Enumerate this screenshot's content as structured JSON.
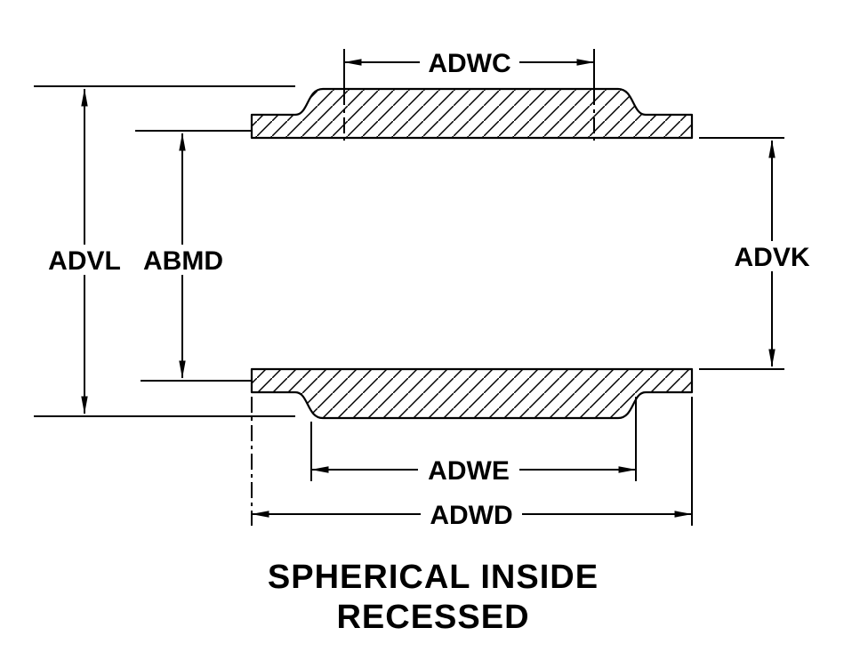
{
  "title": {
    "line1": "SPHERICAL INSIDE",
    "line2": "RECESSED"
  },
  "dims": {
    "adwc": "ADWC",
    "advl": "ADVL",
    "abmd": "ABMD",
    "advk": "ADVK",
    "adwe": "ADWE",
    "adwd": "ADWD"
  },
  "colors": {
    "line": "#000000",
    "background": "#FFFFFF"
  }
}
